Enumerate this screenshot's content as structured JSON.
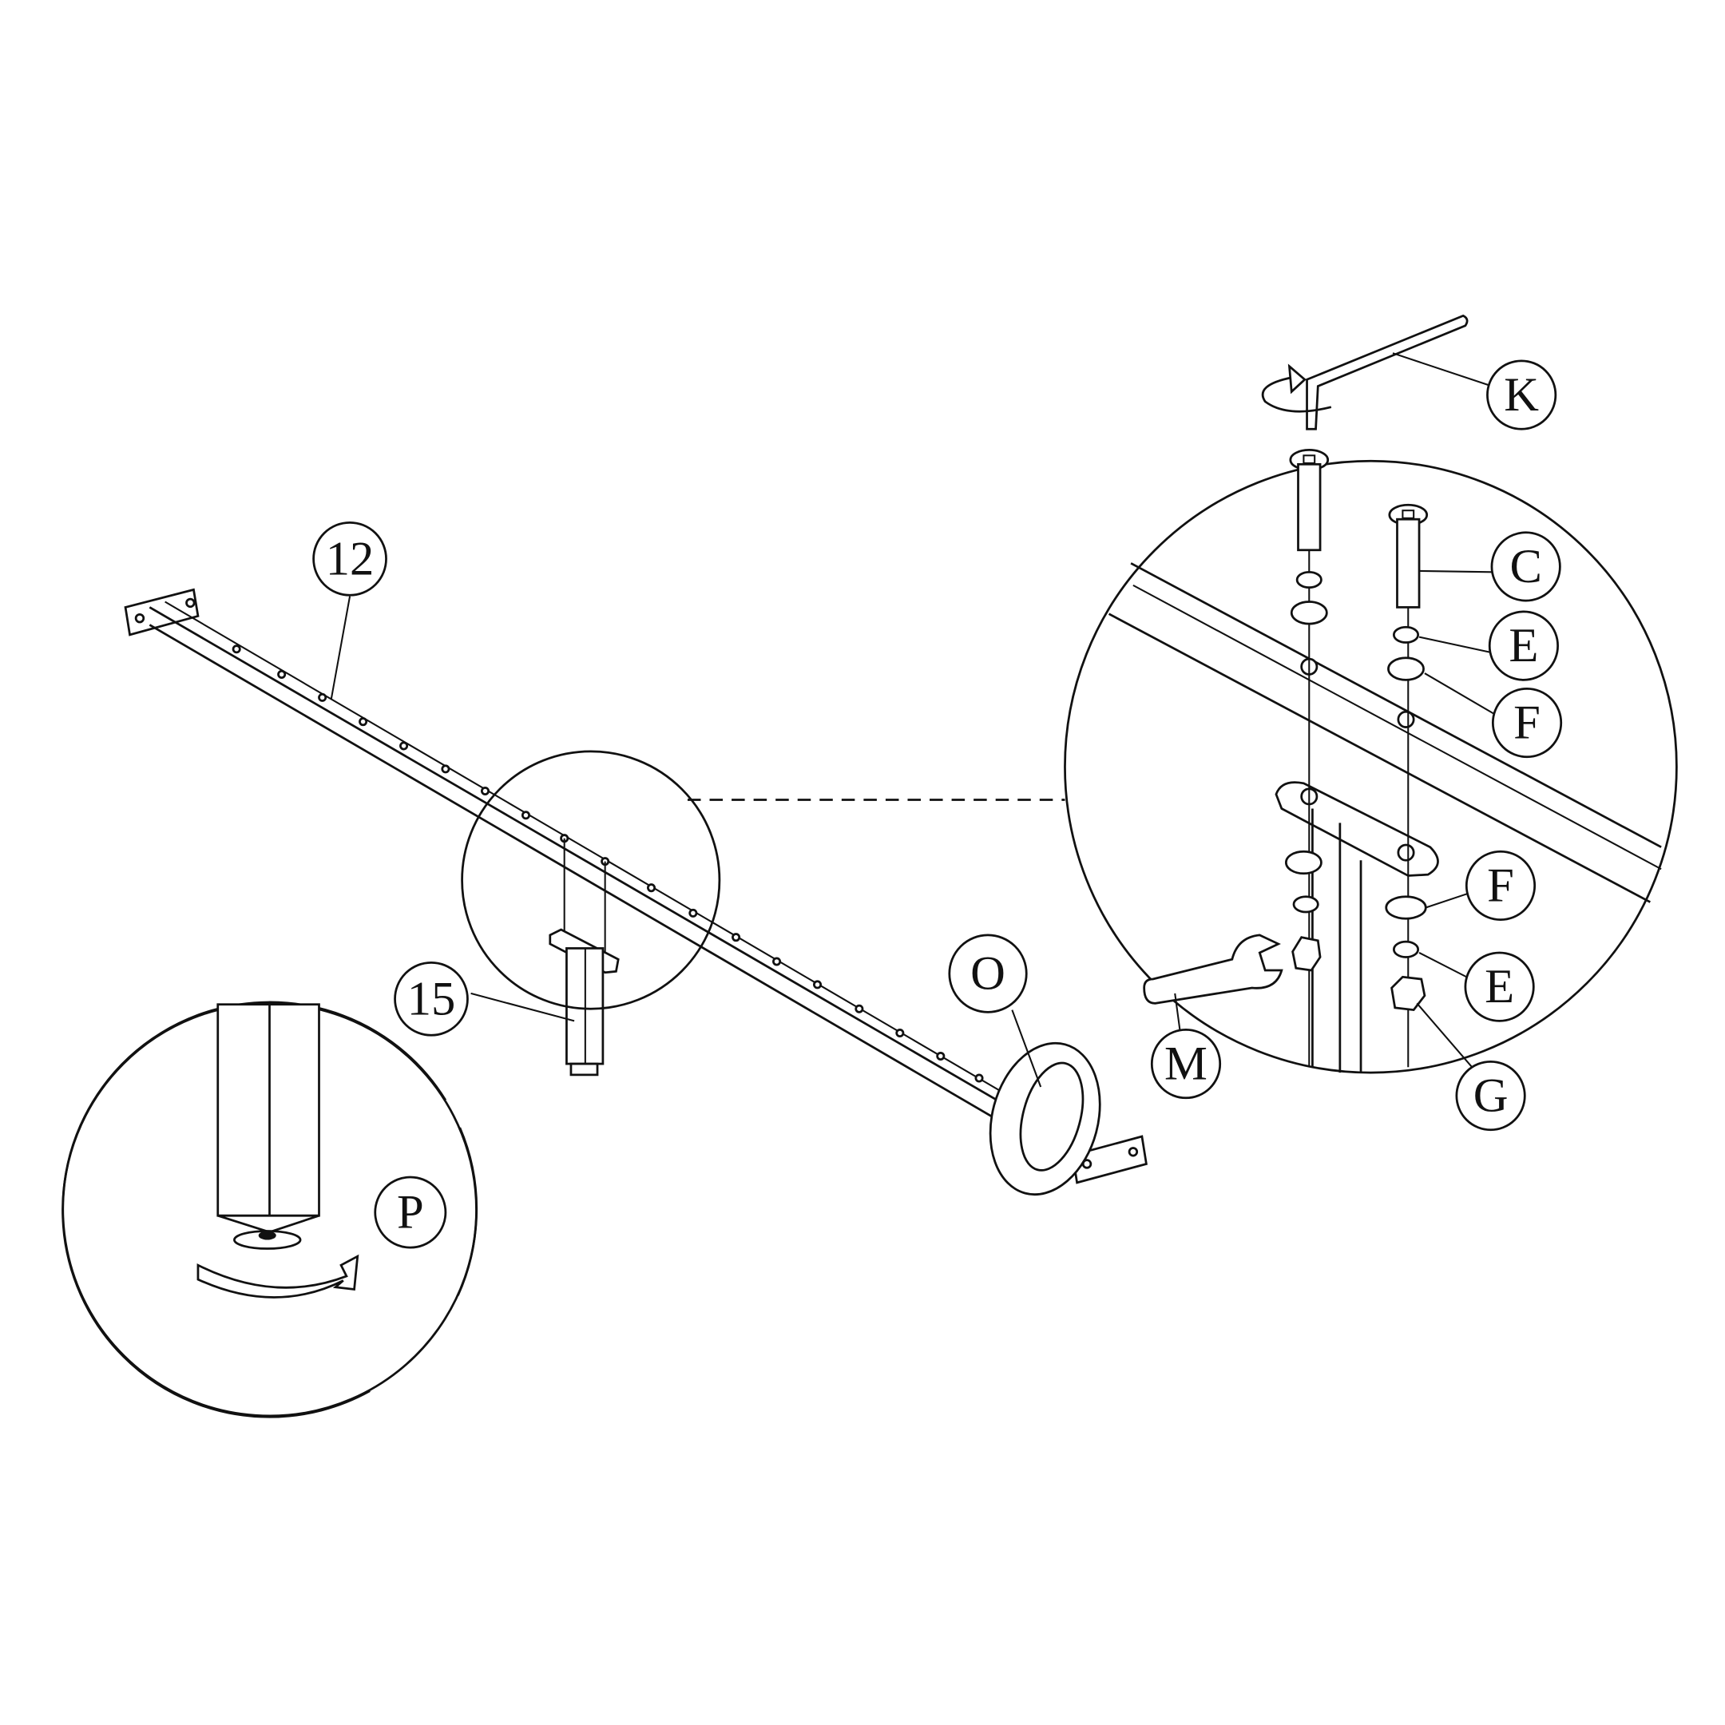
{
  "labels": {
    "beam": "12",
    "leg": "15",
    "ring": "O",
    "foot": "P",
    "hex_key": "K",
    "bolt": "C",
    "spring_washer_top": "E",
    "flat_washer_top": "F",
    "flat_washer_bottom": "F",
    "spring_washer_bottom": "E",
    "nut": "G",
    "wrench": "M"
  },
  "colors": {
    "line": "#111111",
    "background": "#ffffff"
  }
}
